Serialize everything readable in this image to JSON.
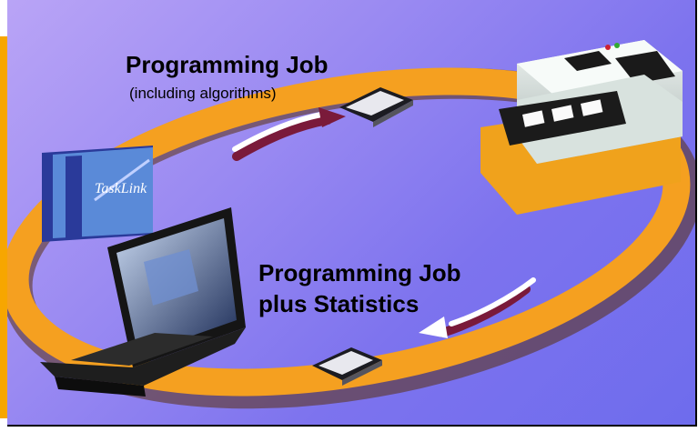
{
  "diagram": {
    "top_label_title": "Programming Job",
    "top_label_subtitle": "(including algorithms)",
    "bottom_label_line1": "Programming Job",
    "bottom_label_line2": "plus Statistics",
    "software_box_text": "TaskLink",
    "colors": {
      "ring": "#f5a020",
      "ring_shadow": "#6b3a10",
      "arrow_dark": "#7a1a3a",
      "arrow_light": "#ffffff"
    }
  }
}
